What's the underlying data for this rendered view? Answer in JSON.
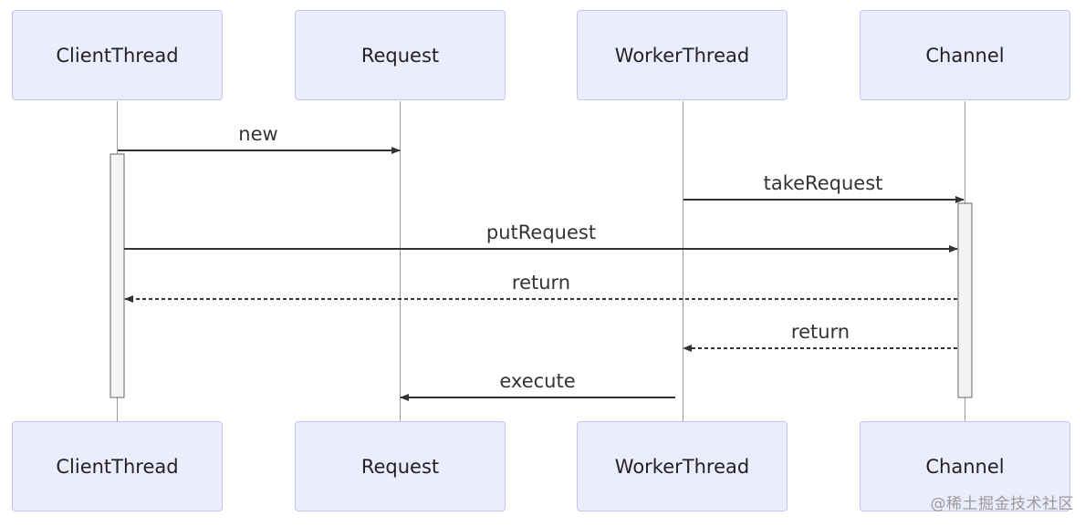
{
  "actors": [
    "ClientThread",
    "Request",
    "WorkerThread",
    "Channel"
  ],
  "messages": [
    {
      "label": "new",
      "from": "ClientThread",
      "to": "Request",
      "style": "solid"
    },
    {
      "label": "takeRequest",
      "from": "WorkerThread",
      "to": "Channel",
      "style": "solid"
    },
    {
      "label": "putRequest",
      "from": "ClientThread",
      "to": "Channel",
      "style": "solid"
    },
    {
      "label": "return",
      "from": "Channel",
      "to": "ClientThread",
      "style": "dashed"
    },
    {
      "label": "return",
      "from": "Channel",
      "to": "WorkerThread",
      "style": "dashed"
    },
    {
      "label": "execute",
      "from": "WorkerThread",
      "to": "Request",
      "style": "solid"
    }
  ],
  "colors": {
    "actor_fill": "#ececff",
    "actor_border": "#c5c5ef",
    "line": "#333333",
    "lifeline": "#999999",
    "activation_fill": "#f4f4f4",
    "activation_border": "#666666"
  },
  "watermark": "@稀土掘金技术社区"
}
